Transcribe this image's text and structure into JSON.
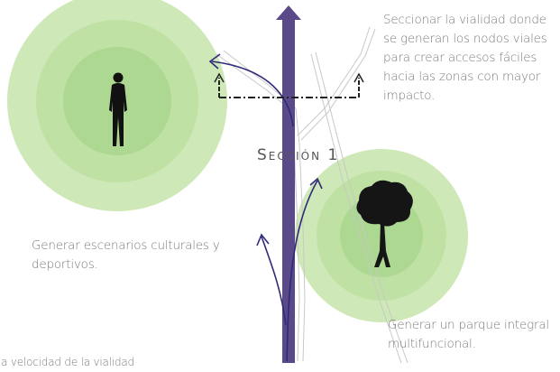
{
  "section_label": "Sección 1",
  "annotations": {
    "top_right": [
      "Seccionar la vialidad donde",
      "se generan los nodos viales",
      "para crear accesos fáciles",
      "hacia las zonas con mayor",
      "impacto."
    ],
    "left": [
      "Generar escenarios culturales y",
      "deportivos."
    ],
    "bottom_right": [
      "Generar un parque integral",
      "multifuncional."
    ],
    "bottom_left_cut": "la velocidad de la vialidad"
  },
  "colors": {
    "road": "#5b4a8a",
    "arrow": "#2e2a7a",
    "circle_outer": "#cfe8b7",
    "circle_mid": "#b7dc99",
    "circle_inner": "#9fcf7f",
    "text": "#7a7a7a"
  }
}
